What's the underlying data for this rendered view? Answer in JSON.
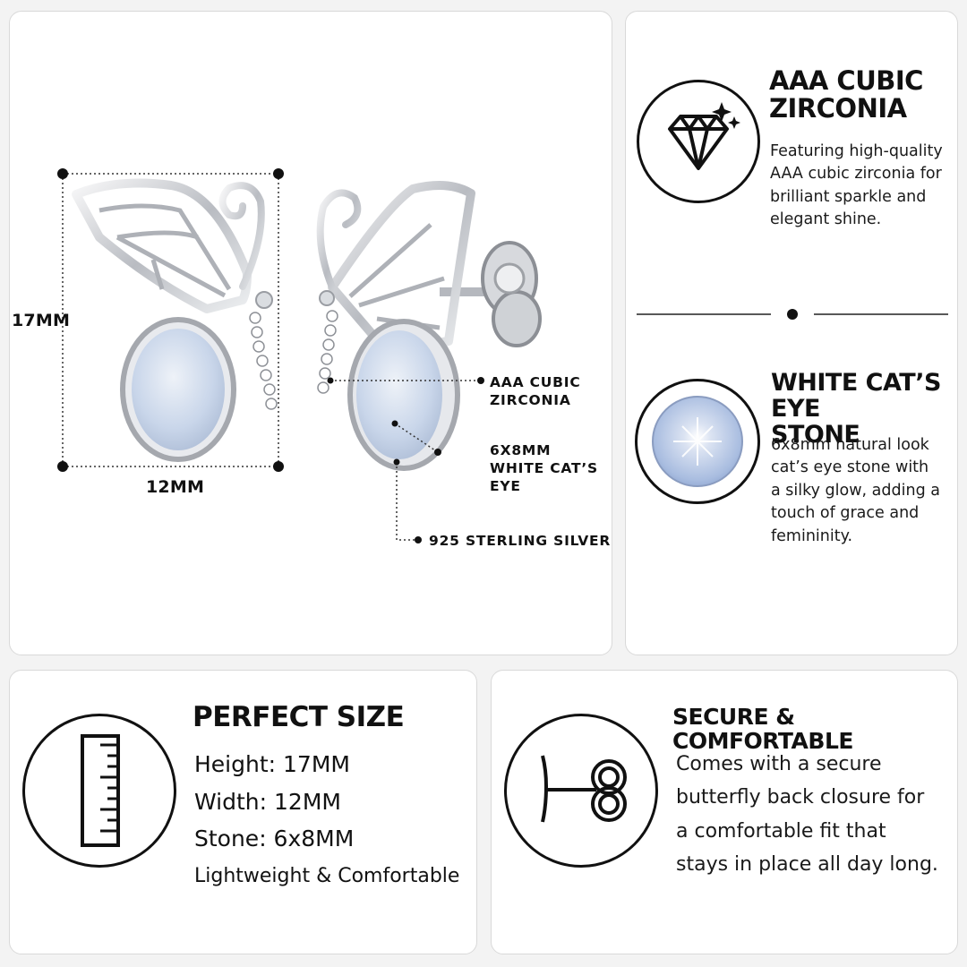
{
  "product": {
    "dimensions": {
      "height_label": "17MM",
      "width_label": "12MM"
    },
    "callouts": {
      "zirconia_line1": "AAA CUBIC",
      "zirconia_line2": "ZIRCONIA",
      "stone_line1": "6X8MM",
      "stone_line2": "WHITE CAT’S EYE",
      "silver": "925 STERLING SILVER"
    }
  },
  "features": {
    "zirconia": {
      "title_line1": "AAA CUBIC",
      "title_line2": "ZIRCONIA",
      "desc_lines": [
        "Featuring high-quality",
        "AAA cubic zirconia for",
        "brilliant sparkle and",
        "elegant shine."
      ],
      "icon": "diamond-icon"
    },
    "cats_eye": {
      "title_line1": "WHITE CAT’S EYE",
      "title_line2": "STONE",
      "desc_lines": [
        "6x8mm natural look",
        "cat’s eye stone with",
        "a silky glow, adding a",
        "touch of grace and",
        "femininity."
      ],
      "icon": "cats-eye-stone-icon"
    }
  },
  "size": {
    "title": "PERFECT SIZE",
    "lines": [
      "Height: 17MM",
      "Width: 12MM",
      "Stone: 6x8MM",
      "Lightweight & Comfortable"
    ],
    "icon": "ruler-icon"
  },
  "secure": {
    "title": "SECURE & COMFORTABLE",
    "desc_lines": [
      "Comes with a secure",
      "butterfly back closure for",
      "a comfortable fit that",
      "stays in place all day long."
    ],
    "icon": "earring-back-icon"
  },
  "colors": {
    "stone": "#c9d6ea",
    "silver": "#a9acb2",
    "text": "#111111"
  }
}
